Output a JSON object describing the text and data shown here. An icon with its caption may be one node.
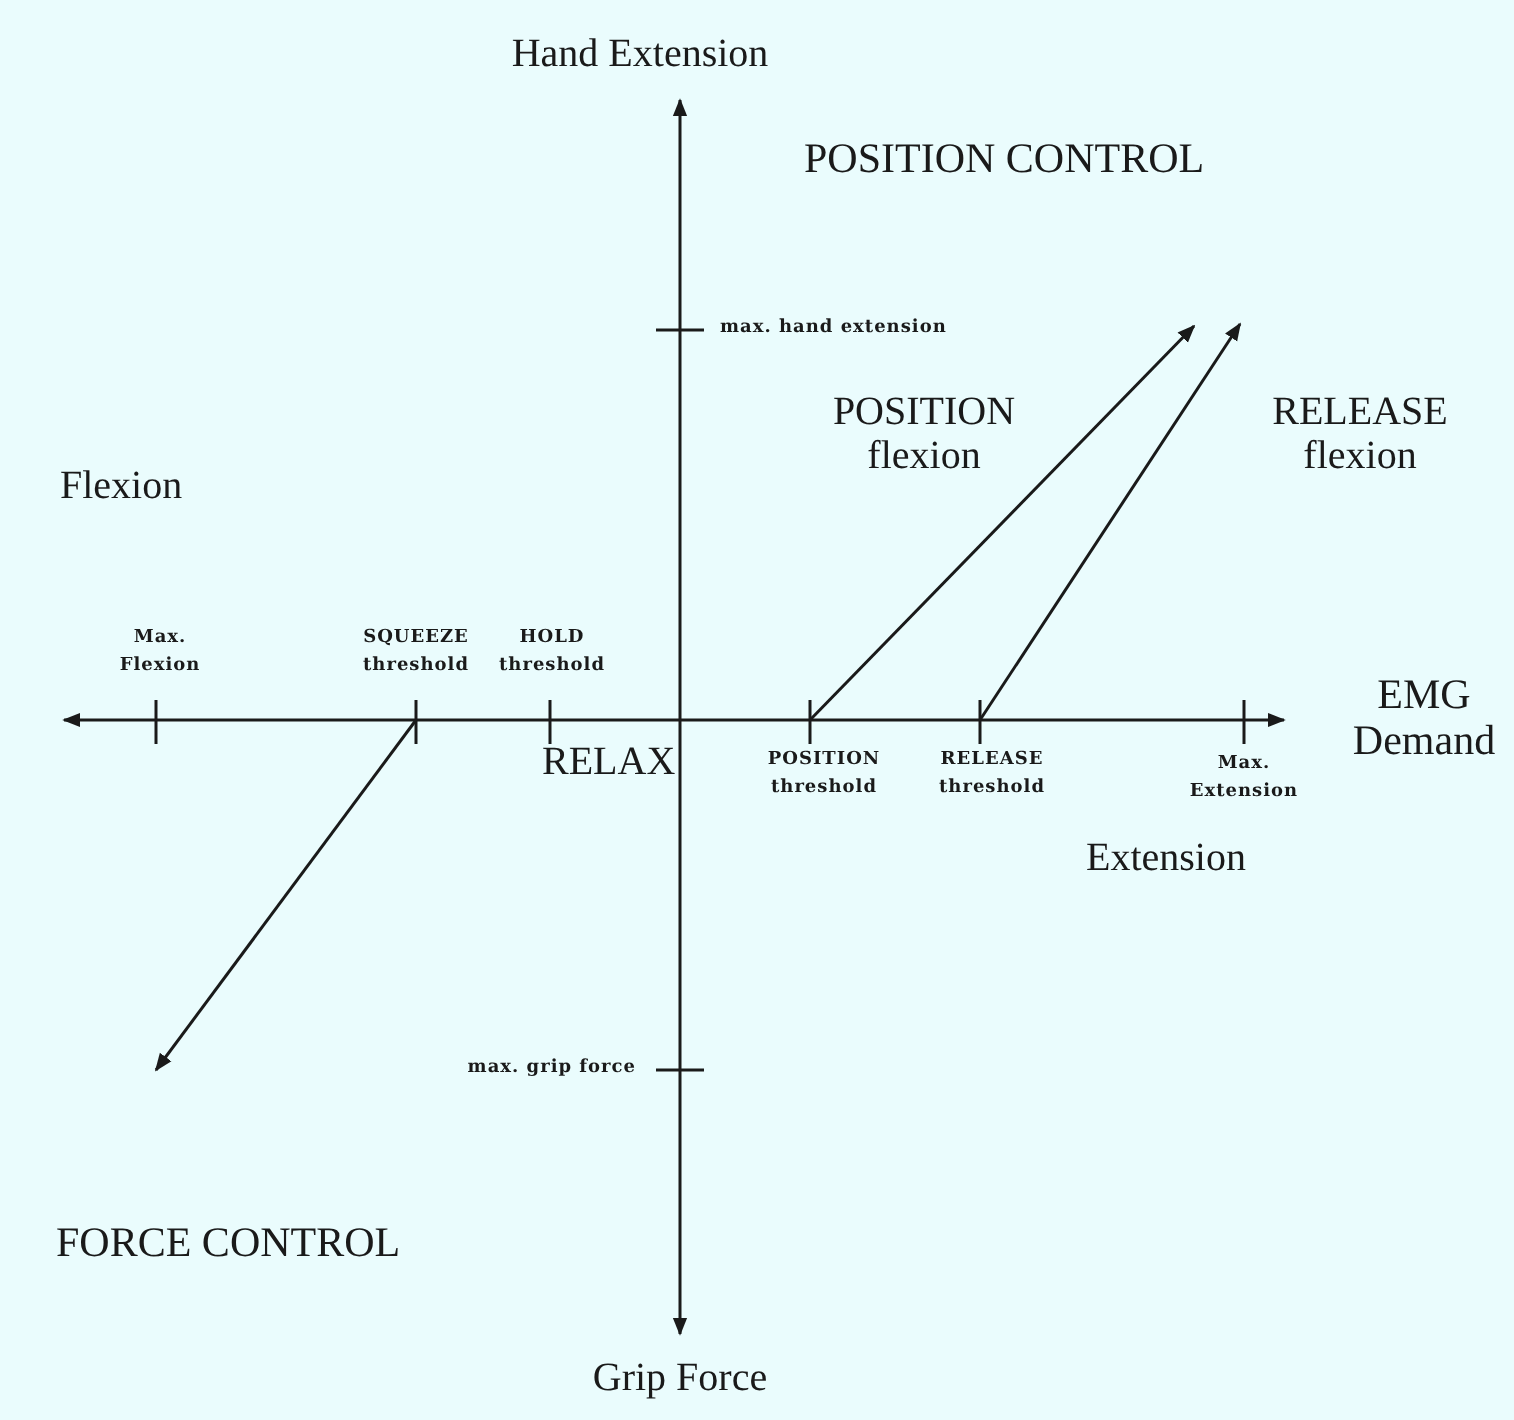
{
  "diagram": {
    "labels": [
      "Hand Extension",
      "POSITION CONTROL",
      "max. hand extension",
      "POSITION flexion",
      "RELEASE flexion",
      "Flexion",
      "Max. Flexion",
      "SQUEEZE threshold",
      "HOLD threshold",
      "EMG Demand",
      "RELAX",
      "POSITION threshold",
      "RELEASE threshold",
      "Max. Extension",
      "Extension",
      "max. grip force",
      "FORCE CONTROL",
      "Grip Force"
    ]
  }
}
